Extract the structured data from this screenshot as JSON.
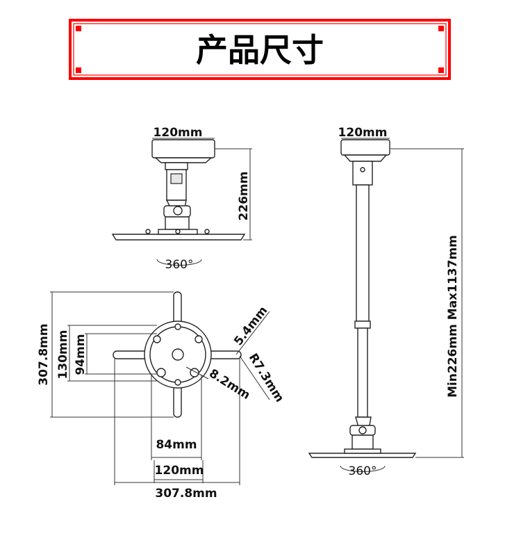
{
  "header": {
    "title": "产品尺寸",
    "border_color": "#ff0000"
  },
  "top_view": {
    "width_label": "120mm",
    "height_label": "226mm",
    "rotation_label": "360°"
  },
  "side_view": {
    "width_label": "120mm",
    "height_label": "Min226mm Max1137mm",
    "rotation_label": "360°"
  },
  "plate_view": {
    "height_outer": "307.8mm",
    "height_mid": "130mm",
    "height_inner": "94mm",
    "width_inner": "84mm",
    "width_mid": "120mm",
    "width_outer": "307.8mm",
    "slot_a": "5.4mm",
    "slot_radius": "R7.3mm",
    "hole": "8.2mm"
  }
}
